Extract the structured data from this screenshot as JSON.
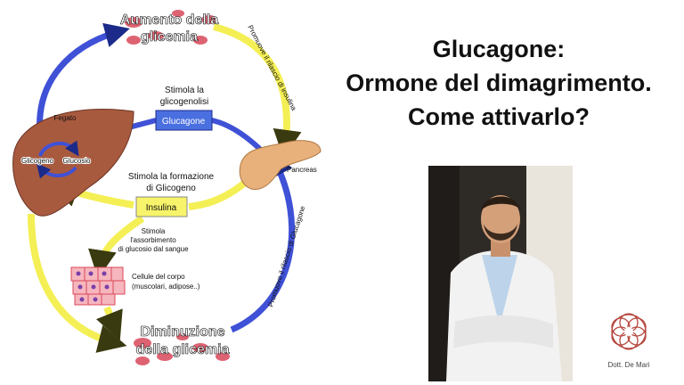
{
  "title": {
    "line1": "Glucagone:",
    "line2": "Ormone del dimagrimento.",
    "line3": "Come attivarlo?"
  },
  "diagram": {
    "top_label_1": "Aumento della",
    "top_label_2": "glicemia",
    "bottom_label_1": "Diminuzione",
    "bottom_label_2": "della glicemia",
    "yellow_arrow_top": "Promuove il rilascio di insulina",
    "blue_arrow_right": "Promuove il rilascio di Glucagone",
    "glycogenolysis_1": "Stimola la",
    "glycogenolysis_2": "glicogenolisi",
    "glucagon_box": "Glucagone",
    "liver_label": "Fegato",
    "glycogen_label": "Glicogeno",
    "glucose_label": "Glucosio",
    "pancreas_label": "Pancreas",
    "glycogen_form_1": "Stimola la formazione",
    "glycogen_form_2": "di Glicogeno",
    "insulin_box": "Insulina",
    "absorption_1": "Stimola",
    "absorption_2": "l'assorbimento",
    "absorption_3": "di glucosio dal sangue",
    "cells_1": "Cellule del corpo",
    "cells_2": "(muscolari, adipose..)"
  },
  "logo": {
    "text": "Dott. De Mari"
  },
  "colors": {
    "blue_arrow": "#3f51d6",
    "yellow_arrow": "#f4ef55",
    "glucagon_box": "#4a6fe0",
    "insulin_box": "#f7f36a",
    "blood_cells": "#d9485a",
    "liver": "#a85a3f",
    "pancreas": "#e8b07a"
  }
}
